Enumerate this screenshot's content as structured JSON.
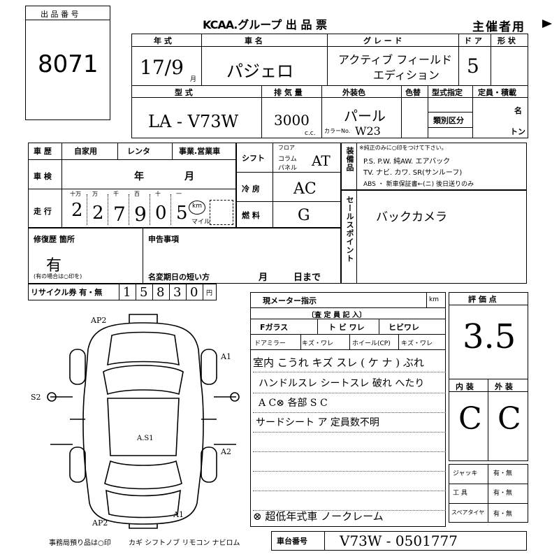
{
  "lot_box": {
    "label": "出 品 番 号",
    "number": "8071"
  },
  "header": {
    "brand": "KCAA",
    "title": ".グループ 出 品 票",
    "sponsor": "主催者用"
  },
  "row1": {
    "year_label": "年 式",
    "name_label": "車 名",
    "grade_label": "グ レ ー ド",
    "doors_label": "ド ア",
    "body_label": "形 状",
    "year_value": "17/9",
    "month_suffix": "月",
    "name_value": "パジェロ",
    "grade_value_1": "アクティブ フィールド",
    "grade_value_2": "エディション",
    "doors_value": "5"
  },
  "row2": {
    "model_label": "型 式",
    "disp_label": "排 気 量",
    "color_label": "外装色",
    "repaint_label": "色替",
    "spec_label": "型式指定",
    "capacity_label": "定員・積載",
    "class_label": "類別区分",
    "unit_person": "名",
    "unit_ton": "トン",
    "model_value": "LA - V73W",
    "disp_value": "3000",
    "cc": "c.c.",
    "color_value": "パール",
    "color_no_label": "カラーNo.",
    "color_no_value": "W23"
  },
  "history": {
    "label": "車 歴",
    "opt1": "自家用",
    "opt2": "レンタ",
    "opt3": "事業.営業車",
    "inspect_label": "車 検",
    "year": "年",
    "month": "月",
    "mileage_label": "走 行",
    "digit_labels": [
      "十万",
      "万",
      "千",
      "百",
      "十",
      "一"
    ],
    "mileage_digits": [
      "2",
      "2",
      "7",
      "9",
      "0",
      "5"
    ],
    "km": "km",
    "mile": "マイル"
  },
  "mid": {
    "shift_label": "シフト",
    "shift_opts": [
      "フロア",
      "コラム",
      "パネル"
    ],
    "shift_value": "AT",
    "ac_label": "冷 房",
    "ac_value": "AC",
    "fuel_label": "燃 料",
    "fuel_value": "G"
  },
  "equip": {
    "side_label": "装備品",
    "note": "※純正のみに○印をつけて下さい。",
    "line1": "P.S.  P.W.  純AW.  エアバック",
    "line2": "TV. ナビ. カワ. SR(サンルーフ)",
    "line3": "ABS ・ 新車保証書←(ニ) 後日送りのみ"
  },
  "selling": {
    "side_label": "セールスポイント",
    "text": "バックカメラ"
  },
  "repair": {
    "label": "修復歴 箇所",
    "value": "有",
    "note": "(有の場合は○印を)",
    "notes_label": "申告事項",
    "deadline_label": "名変期日の短い方",
    "month": "月",
    "day": "日まで"
  },
  "recycle": {
    "label": "リサイクル券 有・無",
    "digits": [
      "1",
      "5",
      "8",
      "3",
      "0"
    ],
    "yen": "円"
  },
  "meter": {
    "label": "現メーター指示",
    "unit": "km"
  },
  "inspector": {
    "title": "〔査 定 員 記 入〕",
    "glass_label": "Fガラス",
    "glass_opts": "ト ビ  ワレ",
    "glass_right": "ヒビワレ",
    "mirror_label": "ドアミラー",
    "mirror_opts": "キズ・ワレ",
    "wheel_label": "ホイール(CP)",
    "wheel_opts": "キズ・ワレ",
    "notes": [
      "室内 こうれ キズ スレ ( ケ ナ ) ぶれ",
      "ハンドルスレ シートスレ 破れ へたり",
      "A C⊗  各部 S C",
      "サードシート ア  定員数不明",
      "⊗ 超低年式車 ノークレーム"
    ]
  },
  "score": {
    "label": "評 価 点",
    "value": "3.5",
    "interior_label": "内 装",
    "exterior_label": "外 装",
    "interior_value": "C",
    "exterior_value": "C"
  },
  "tools": {
    "jack_label": "ジャッキ",
    "jack_opts": "有・無",
    "tool_label": "工 具",
    "tool_opts": "有・無",
    "spare_label": "スペアタイヤ",
    "spare_opts": "有・無"
  },
  "diagram_marks": [
    "AP2",
    "A1",
    "S2",
    "A.S1",
    "A2",
    "AP2",
    "A1"
  ],
  "footer": {
    "office_note": "事務局預り品は○印",
    "items": "カギ  シフトノブ  リモコン  ナビロム",
    "chassis_label": "車台番号",
    "chassis_value": "V73W - 0501777"
  }
}
